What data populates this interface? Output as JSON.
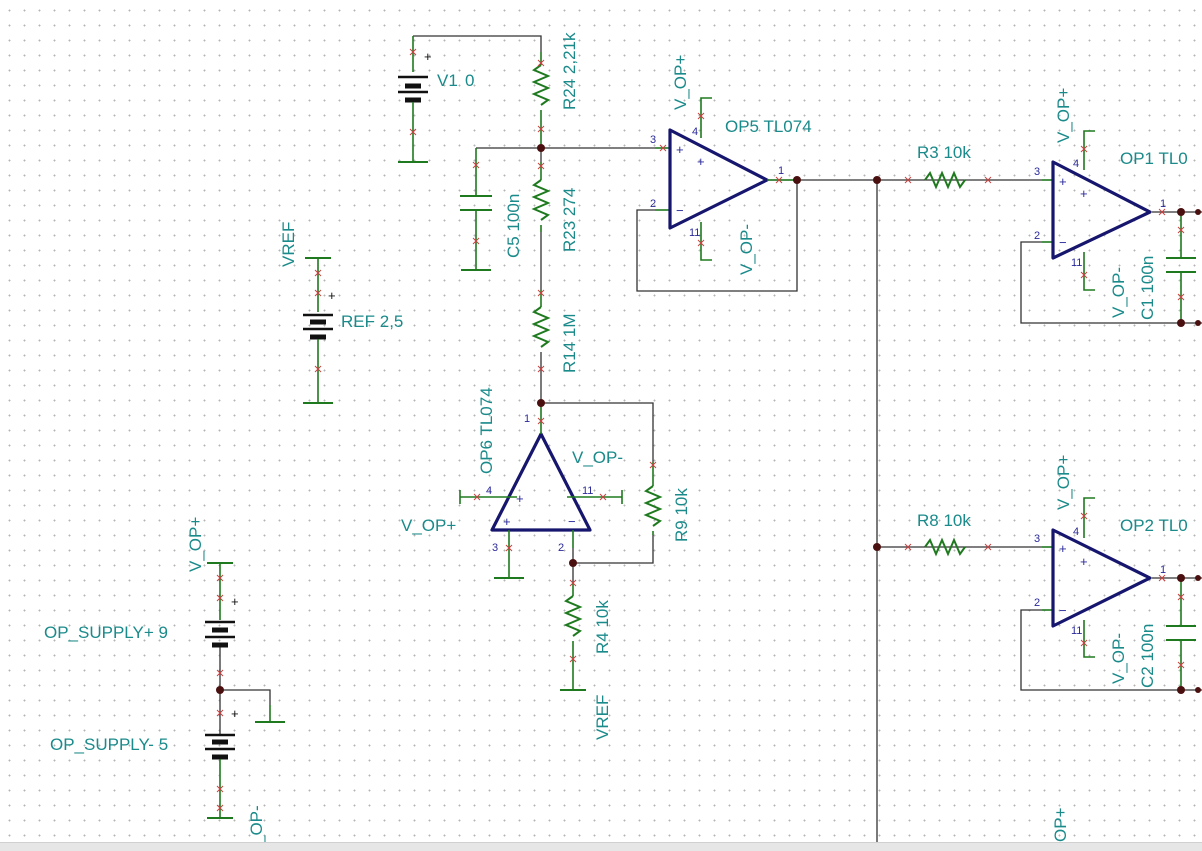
{
  "schematic": {
    "supply_voltage": {
      "ref": "V1",
      "value": "0"
    },
    "reference": {
      "net": "VREF",
      "ref": "REF",
      "value": "2,5"
    },
    "op_supplies": [
      {
        "ref": "OP_SUPPLY+",
        "value": "9",
        "net_top": "V_OP+"
      },
      {
        "ref": "OP_SUPPLY-",
        "value": "5",
        "net_bottom": "_OP-"
      }
    ],
    "resistors": [
      {
        "ref": "R24",
        "value": "2,21k"
      },
      {
        "ref": "R23",
        "value": "274"
      },
      {
        "ref": "R14",
        "value": "1M"
      },
      {
        "ref": "R9",
        "value": "10k"
      },
      {
        "ref": "R4",
        "value": "10k",
        "net": "VREF"
      },
      {
        "ref": "R3",
        "value": "10k"
      },
      {
        "ref": "R8",
        "value": "10k"
      }
    ],
    "capacitors": [
      {
        "ref": "C5",
        "value": "100n"
      },
      {
        "ref": "C1",
        "value": "100n"
      },
      {
        "ref": "C2",
        "value": "100n"
      }
    ],
    "opamps": [
      {
        "ref": "OP5",
        "model": "TL074",
        "vpos": "V_OP+",
        "vneg": "V_OP-"
      },
      {
        "ref": "OP6",
        "model": "TL074",
        "vpos": "V_OP+",
        "vneg": "V_OP-"
      },
      {
        "ref": "OP1",
        "model": "TL0",
        "vpos": "V_OP+",
        "vneg": "V_OP-"
      },
      {
        "ref": "OP2",
        "model": "TL0",
        "vpos": "V_OP+",
        "vneg": "V_OP-"
      }
    ],
    "net_labels": {
      "bottom_right": "OP+"
    },
    "pin_numbers": {
      "p1": "1",
      "p2": "2",
      "p3": "3",
      "p4": "4",
      "p11": "11"
    },
    "signs": {
      "plus": "+",
      "minus": "−"
    }
  },
  "colors": {
    "label": "#1a8a8a",
    "wire": "#333333",
    "component": "#1f7a1f",
    "opamp": "#16166e",
    "node": "#4a1010",
    "pin_marker": "#cc4040"
  }
}
